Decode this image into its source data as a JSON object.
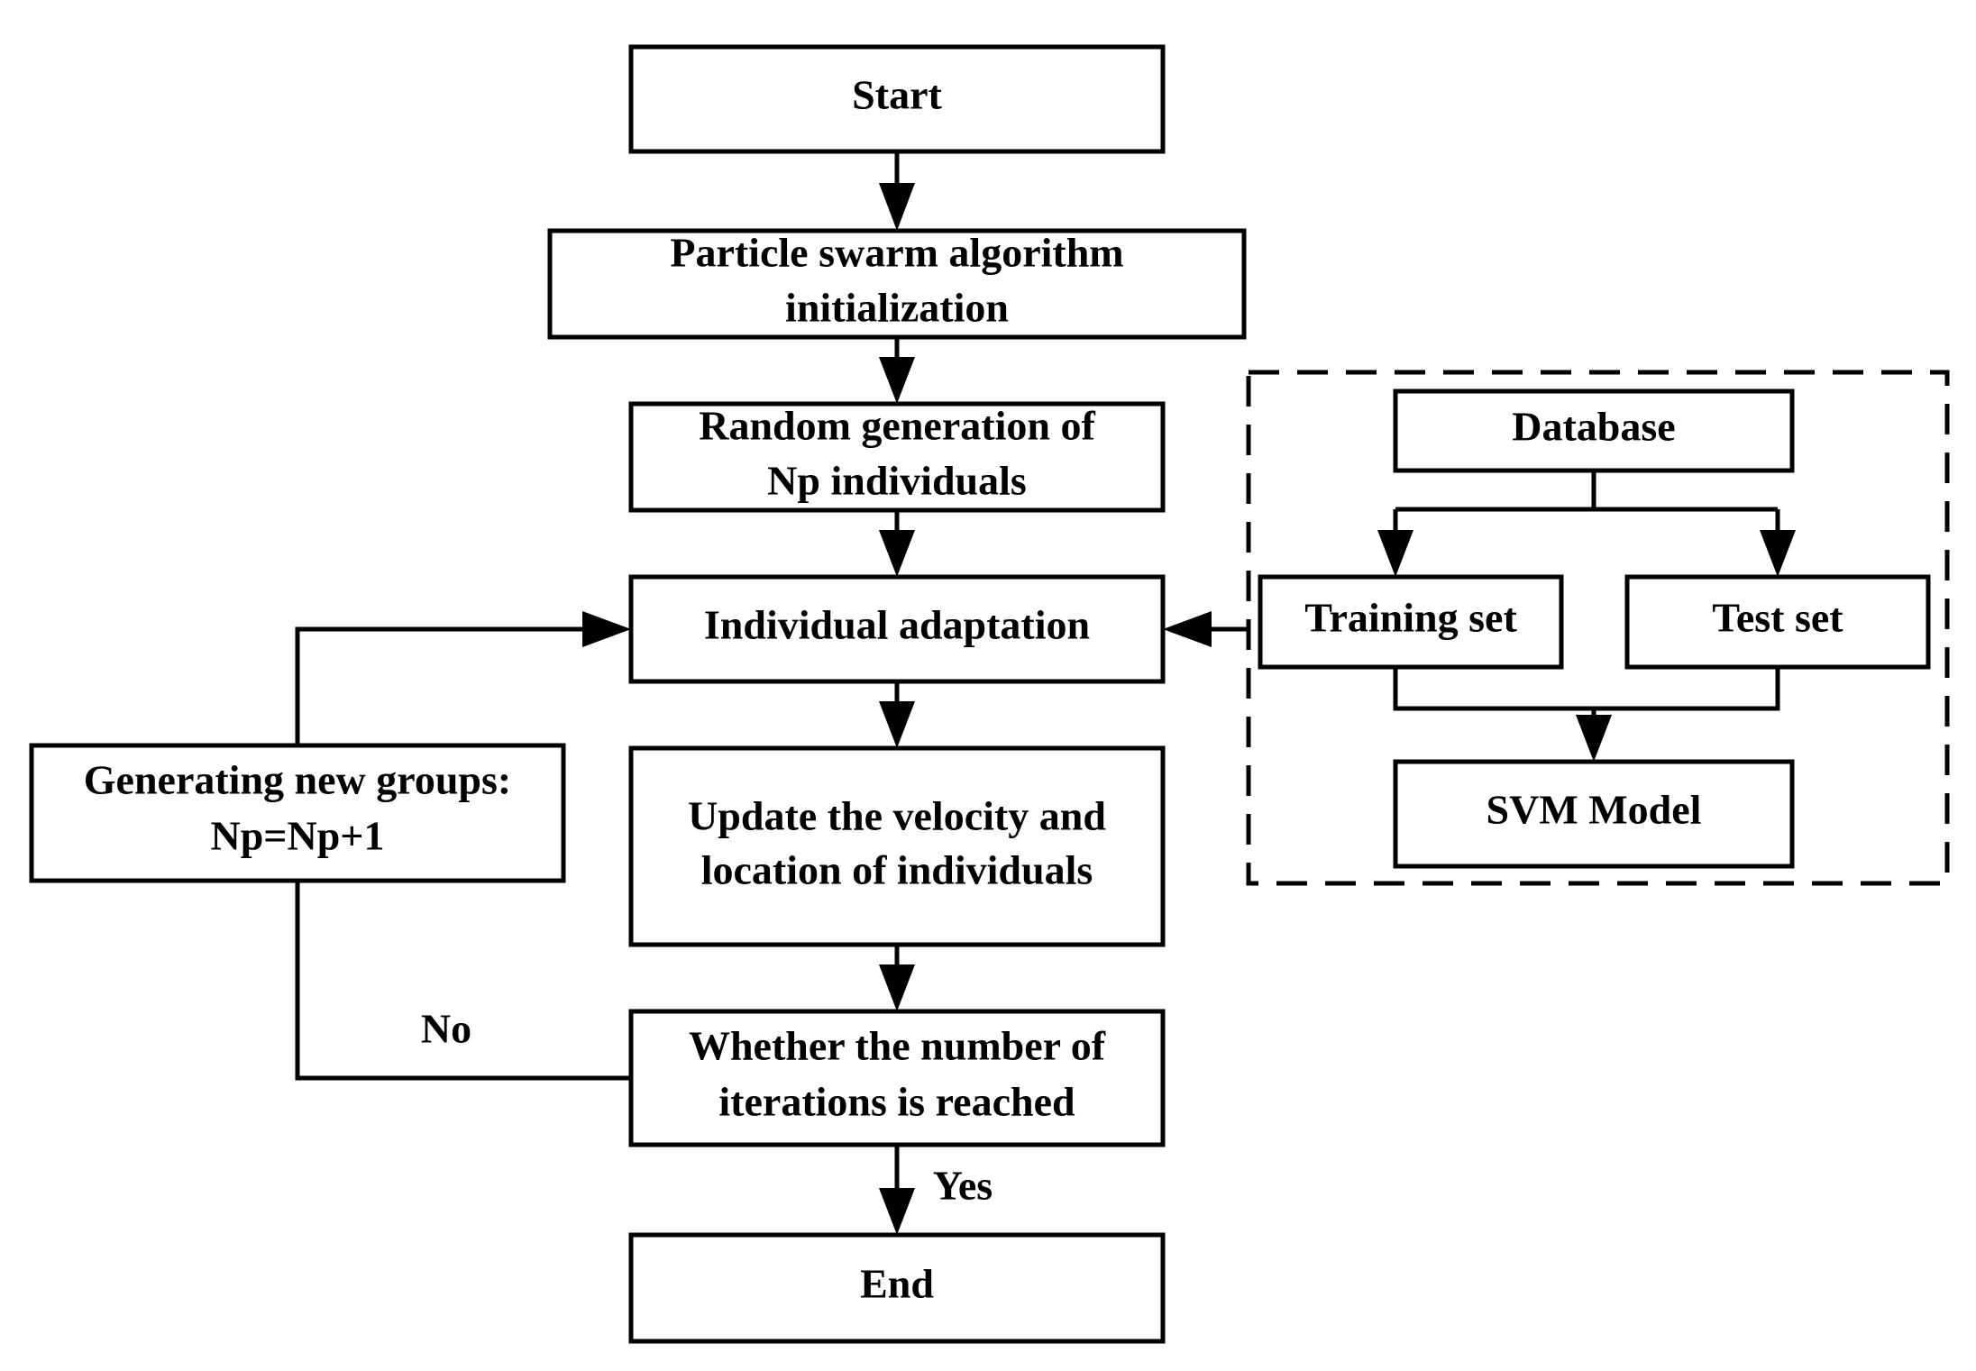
{
  "nodes": {
    "start": "Start",
    "init": [
      "Particle swarm algorithm",
      "initialization"
    ],
    "random": [
      "Random generation of",
      "Np individuals"
    ],
    "adapt": "Individual adaptation",
    "update": [
      "Update the velocity and",
      "location of individuals"
    ],
    "check": [
      "Whether the number of",
      "iterations is reached"
    ],
    "end": "End",
    "generate": [
      "Generating new groups:",
      "Np=Np+1"
    ],
    "database": "Database",
    "training": "Training set",
    "test": "Test set",
    "svm": "SVM Model"
  },
  "labels": {
    "no": "No",
    "yes": "Yes"
  }
}
